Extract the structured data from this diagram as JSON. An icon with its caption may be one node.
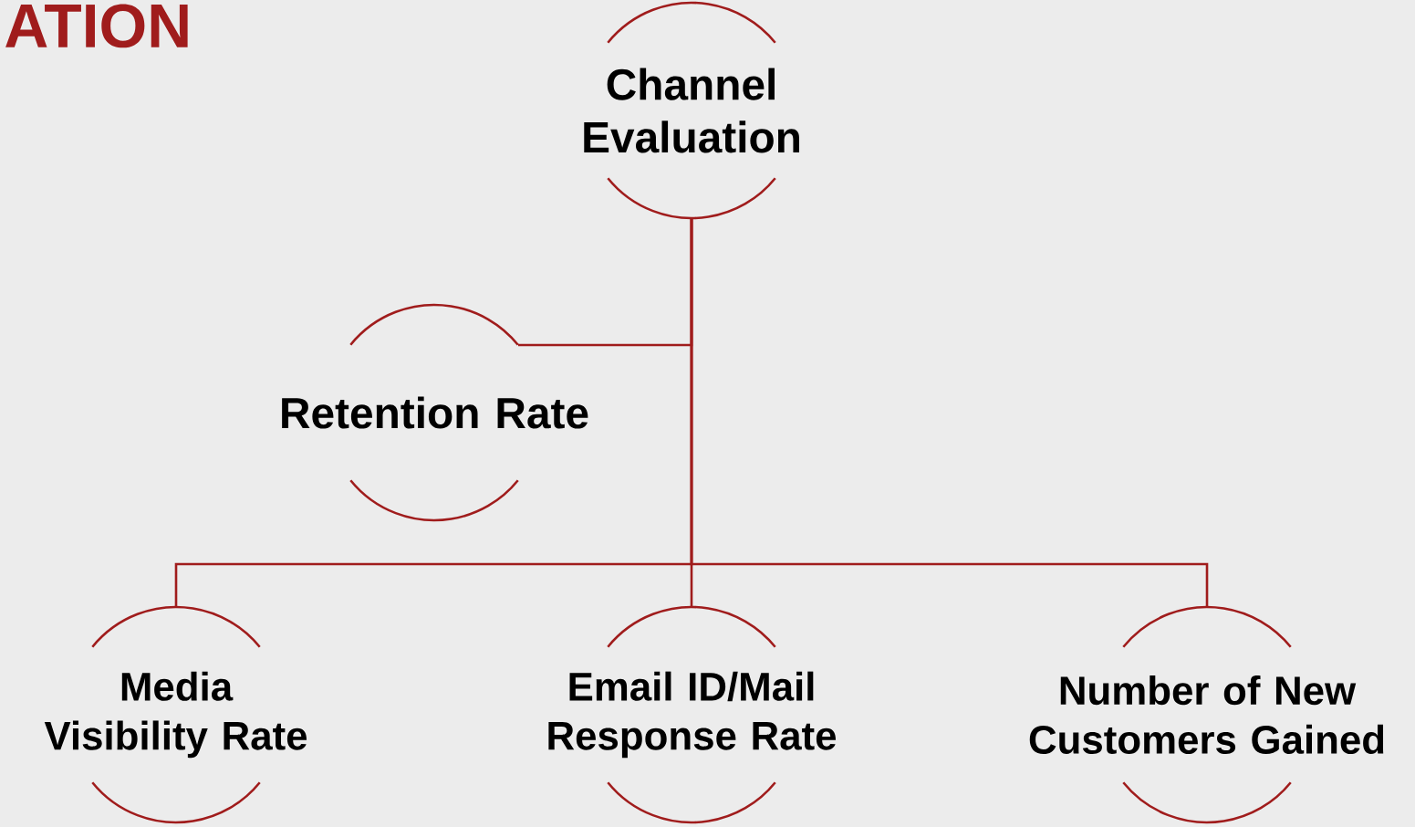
{
  "diagram": {
    "title": "ATION",
    "nodes": [
      {
        "text": [
          "Channel Evaluation"
        ]
      },
      {
        "text": [
          "Retention Rate"
        ]
      },
      {
        "text": [
          "Media Visibility Rate"
        ]
      },
      {
        "text": [
          "Email ID/Mail Response Rate"
        ]
      },
      {
        "text": [
          "Number of New Customers Gained"
        ]
      }
    ],
    "edges": [
      {
        "from": 0,
        "to": 1,
        "arrow": "none"
      },
      {
        "from": 0,
        "to": 2,
        "arrow": "none"
      },
      {
        "from": 0,
        "to": 3,
        "arrow": "none"
      },
      {
        "from": 0,
        "to": 4,
        "arrow": "none"
      }
    ]
  }
}
